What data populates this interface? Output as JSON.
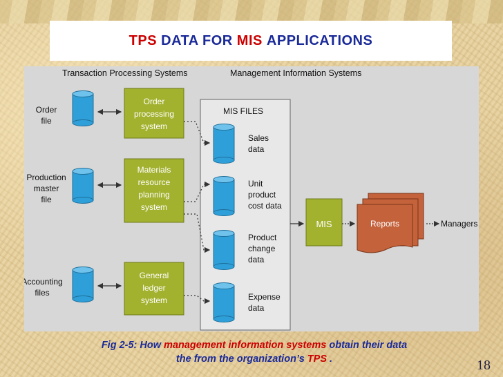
{
  "title": {
    "part1": "TPS",
    "part2": "DATA FOR",
    "part3": "MIS",
    "part4": "APPLICATIONS"
  },
  "diagram": {
    "header_tps": "Transaction Processing Systems",
    "header_mis": "Management Information Systems",
    "files": [
      {
        "line1": "Order",
        "line2": "file",
        "line3": ""
      },
      {
        "line1": "Production",
        "line2": "master",
        "line3": "file"
      },
      {
        "line1": "Accounting",
        "line2": "files",
        "line3": ""
      }
    ],
    "systems": [
      {
        "line1": "Order",
        "line2": "processing",
        "line3": "system",
        "line4": ""
      },
      {
        "line1": "Materials",
        "line2": "resource",
        "line3": "planning",
        "line4": "system"
      },
      {
        "line1": "General",
        "line2": "ledger",
        "line3": "system",
        "line4": ""
      }
    ],
    "mis_files_title": "MIS FILES",
    "mis_files": [
      {
        "line1": "Sales",
        "line2": "data",
        "line3": ""
      },
      {
        "line1": "Unit",
        "line2": "product",
        "line3": "cost data"
      },
      {
        "line1": "Product",
        "line2": "change",
        "line3": "data"
      },
      {
        "line1": "Expense",
        "line2": "data",
        "line3": ""
      }
    ],
    "mis_box": "MIS",
    "reports": "Reports",
    "managers": "Managers"
  },
  "caption": {
    "prefix": "Fig 2-5:  How",
    "emph1": "management information systems",
    "mid": "obtain their data",
    "line2": "the from the organization’s",
    "emph2": "TPS",
    "suffix": "."
  },
  "page_number": "18",
  "colors": {
    "title_red": "#cc0000",
    "title_blue": "#1a2a99",
    "cylinder": "#2e9fd8",
    "system_box": "#a2b12e",
    "reports": "#c4623c",
    "diagram_bg": "#d7d7d7"
  }
}
